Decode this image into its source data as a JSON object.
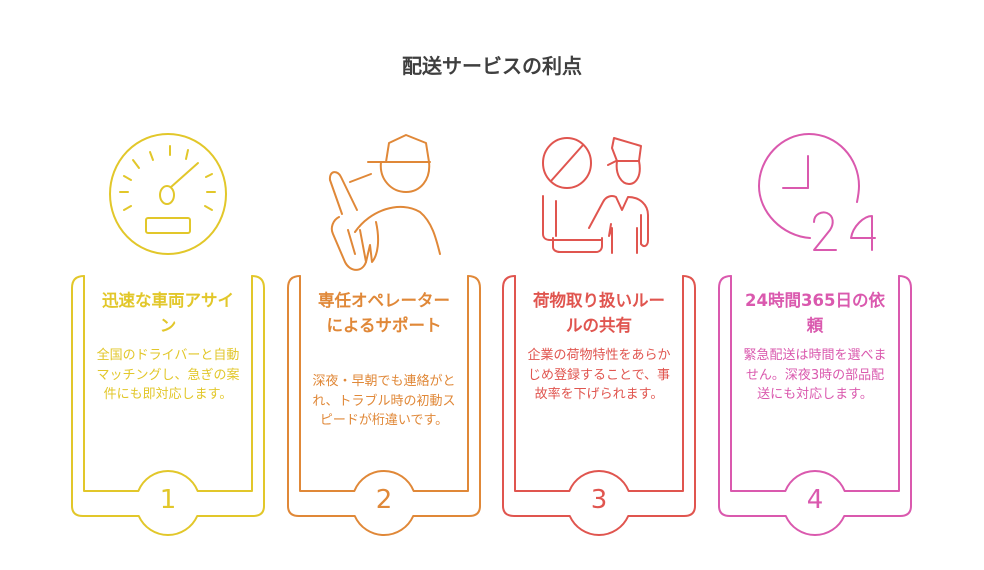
{
  "title": "配送サービスの利点",
  "colors": {
    "yellow": "#E2C72A",
    "orange": "#E08838",
    "red": "#E0554F",
    "pink": "#DA59AE"
  },
  "cards": [
    {
      "number": "1",
      "title": "迅速な車両アサイン",
      "body": "全国のドライバーと自動マッチングし、急ぎの案件にも即対応します。",
      "icon": "speedometer-icon"
    },
    {
      "number": "2",
      "title": "専任オペレーターによるサポート",
      "body": "深夜・早朝でも連絡がとれ、トラブル時の初動スピードが桁違いです。",
      "icon": "operator-icon"
    },
    {
      "number": "3",
      "title": "荷物取り扱いルールの共有",
      "body": "企業の荷物特性をあらかじめ登録することで、事故率を下げられます。",
      "icon": "rules-officer-icon"
    },
    {
      "number": "4",
      "title": "24時間365日の依頼",
      "body": "緊急配送は時間を選べません。深夜3時の部品配送にも対応します。",
      "icon": "clock-24-icon"
    }
  ]
}
